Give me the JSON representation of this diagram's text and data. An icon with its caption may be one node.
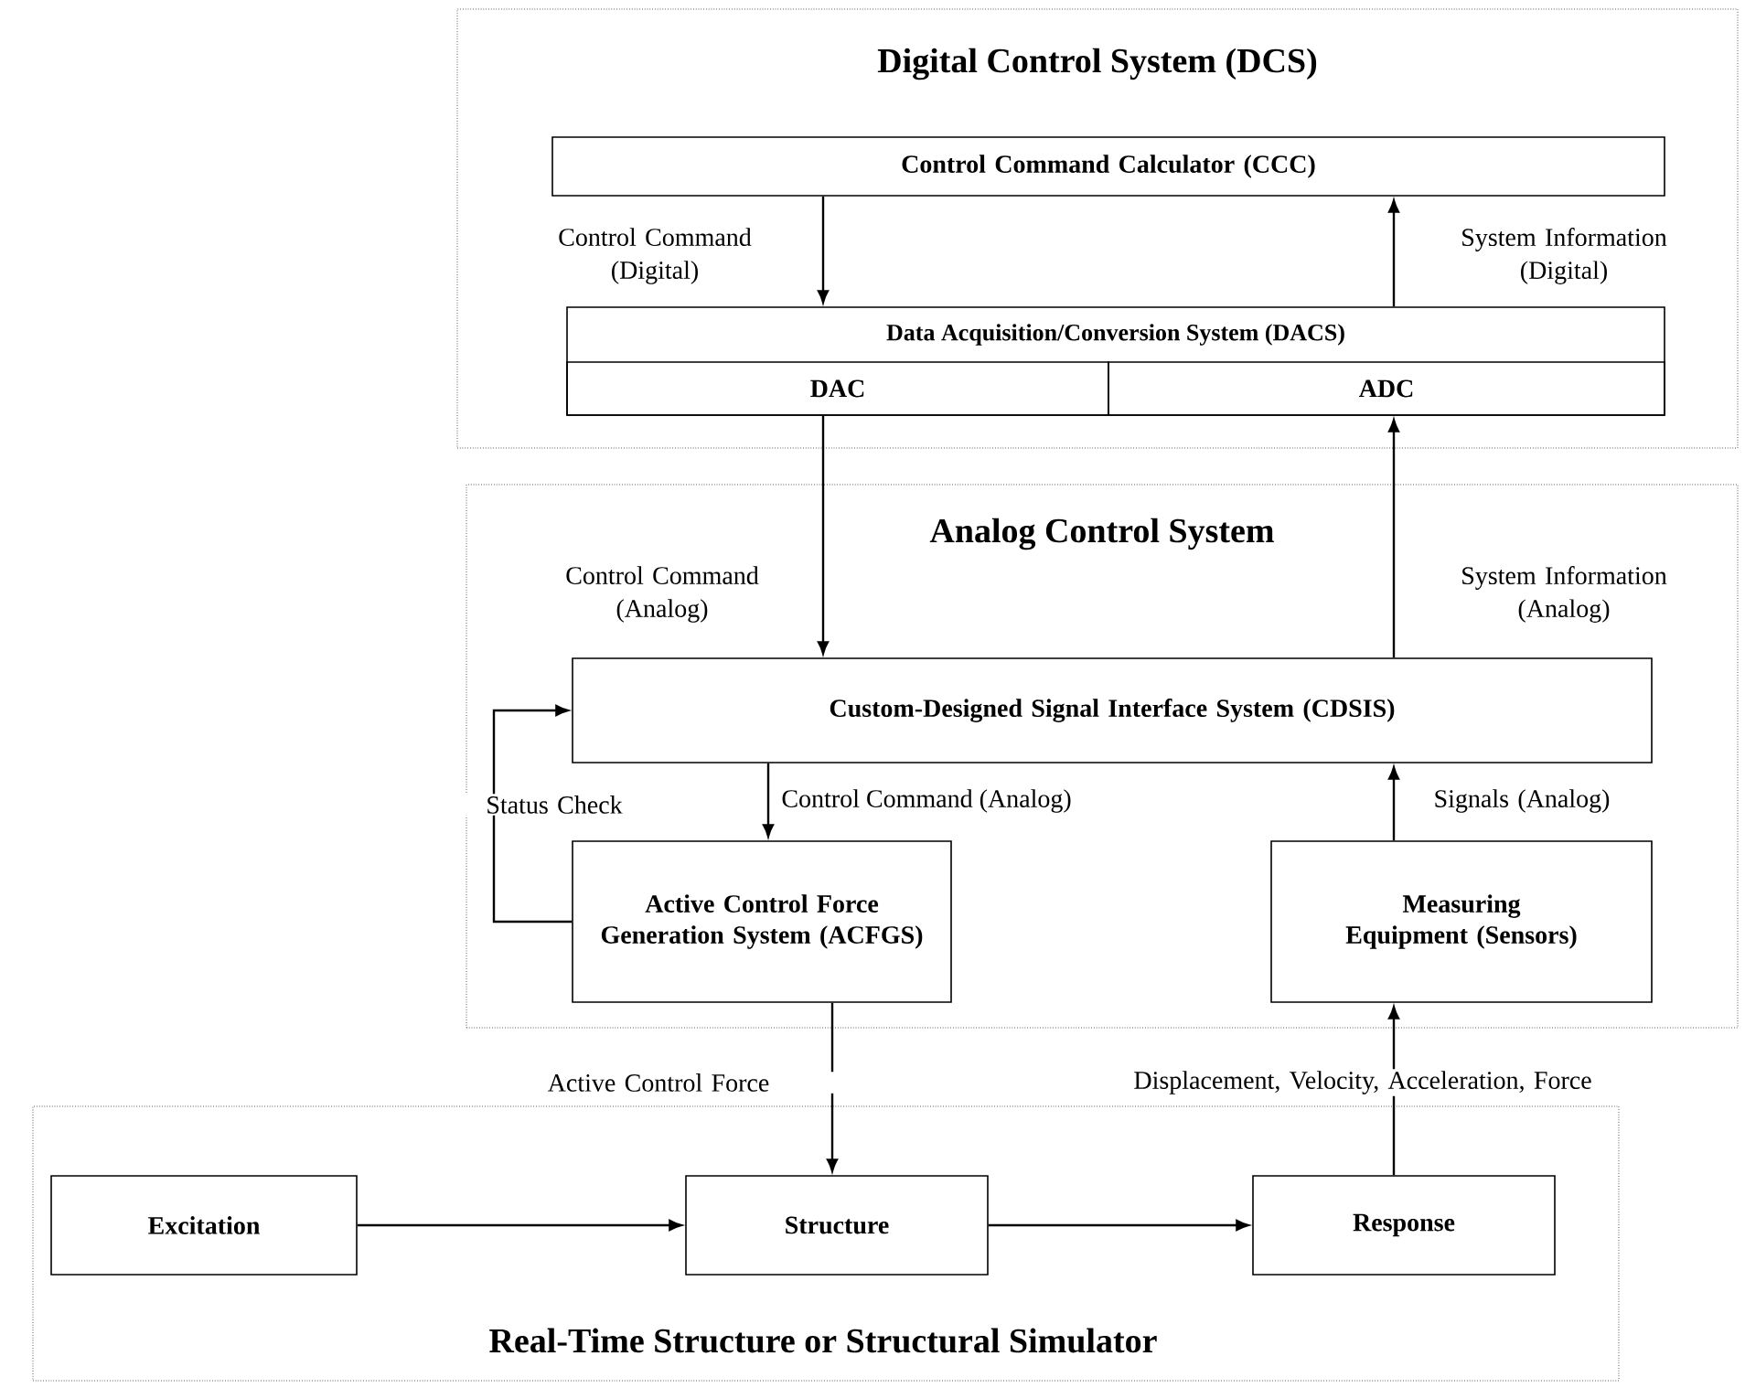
{
  "diagram": {
    "nodes": [
      {
        "text": [
          "Digital Control System (DCS)"
        ]
      },
      {
        "text": [
          "Control Command Calculator (CCC)"
        ],
        "in": 0
      },
      {
        "text": [
          "Data Acquisition/Conversion System (DACS)"
        ],
        "in": 0
      },
      {
        "text": [
          "DAC"
        ],
        "in": 2
      },
      {
        "text": [
          "ADC"
        ],
        "in": 2
      },
      {
        "text": [
          "Analog Control System"
        ]
      },
      {
        "text": [
          "Custom-Designed Signal Interface System (CDSIS)"
        ],
        "in": 5
      },
      {
        "text": [
          "Active Control Force Generation System (ACFGS)"
        ],
        "in": 5
      },
      {
        "text": [
          "Measuring Equipment (Sensors)"
        ],
        "in": 5
      },
      {
        "text": [
          "Real-Time Structure or Structural Simulator"
        ]
      },
      {
        "text": [
          "Excitation"
        ],
        "in": 9
      },
      {
        "text": [
          "Structure"
        ],
        "in": 9
      },
      {
        "text": [
          "Response"
        ],
        "in": 9
      }
    ],
    "edges": [
      {
        "from": 1,
        "to": 2,
        "arrow": "to",
        "label": "Control Command (Digital)"
      },
      {
        "from": 2,
        "to": 1,
        "arrow": "to",
        "label": "System Information (Digital)"
      },
      {
        "from": 3,
        "to": 6,
        "arrow": "to",
        "label": "Control Command (Analog)"
      },
      {
        "from": 6,
        "to": 4,
        "arrow": "to",
        "label": "System Information (Analog)"
      },
      {
        "from": 6,
        "to": 7,
        "arrow": "to",
        "label": "Control Command (Analog)"
      },
      {
        "from": 8,
        "to": 6,
        "arrow": "to",
        "label": "Signals (Analog)"
      },
      {
        "from": 7,
        "to": 6,
        "arrow": "to",
        "label": "Status Check"
      },
      {
        "from": 7,
        "to": 11,
        "arrow": "to",
        "label": "Active Control Force"
      },
      {
        "from": 12,
        "to": 8,
        "arrow": "to",
        "label": "Displacement, Velocity, Acceleration, Force"
      },
      {
        "from": 10,
        "to": 11,
        "arrow": "to"
      },
      {
        "from": 11,
        "to": 12,
        "arrow": "to"
      }
    ]
  }
}
